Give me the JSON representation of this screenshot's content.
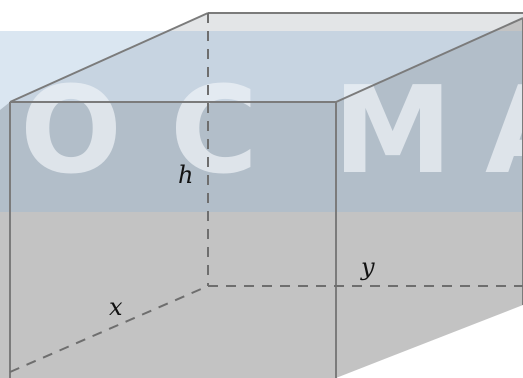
{
  "labels": {
    "height": "h",
    "length": "x",
    "width": "y"
  },
  "watermark": {
    "letters": [
      "O",
      "C",
      "M",
      "A"
    ]
  },
  "colors": {
    "box_fill": "#c3c3c3",
    "box_top_fill": "#e1e4e6",
    "band_fill": "#8fb4d3",
    "edge": "#7b7b7b"
  }
}
